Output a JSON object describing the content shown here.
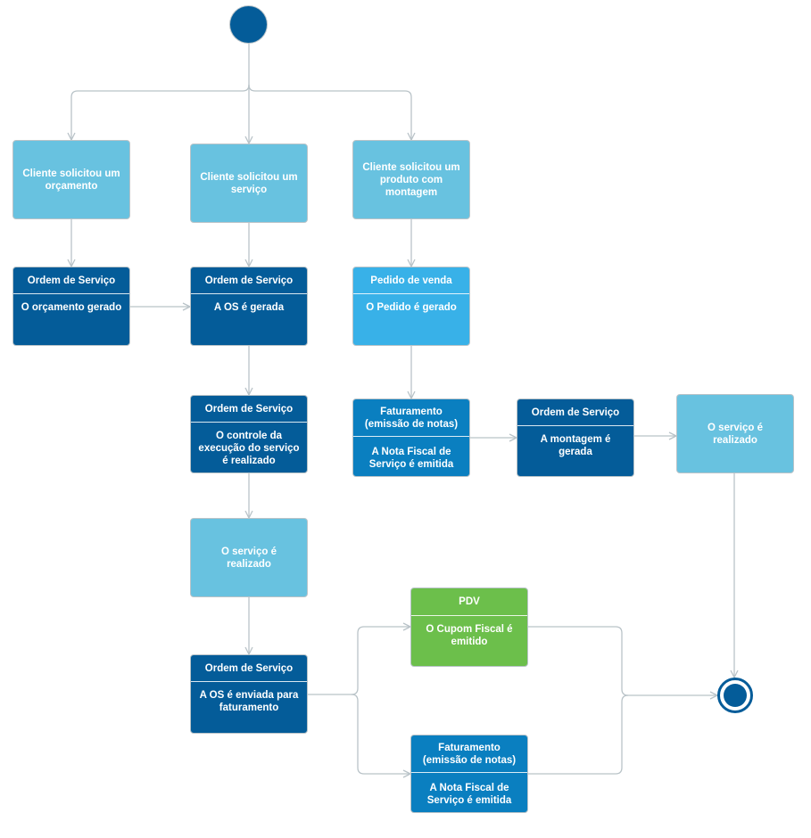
{
  "nodes": {
    "request_quote": "Cliente solicitou um orçamento",
    "request_service": "Cliente solicitou um serviço",
    "request_product": "Cliente solicitou um produto com montagem",
    "os_quote": {
      "title": "Ordem de Serviço",
      "text": "O orçamento gerado"
    },
    "os_generated": {
      "title": "Ordem de Serviço",
      "text": "A OS é gerada"
    },
    "sales_order": {
      "title": "Pedido de venda",
      "text": "O Pedido é gerado"
    },
    "os_control": {
      "title": "Ordem de Serviço",
      "text": "O controle da execução do serviço é realizado"
    },
    "billing_1": {
      "title": "Faturamento (emissão de notas)",
      "text": "A Nota Fiscal de Serviço é emitida"
    },
    "os_assembly": {
      "title": "Ordem de Serviço",
      "text": "A montagem é gerada"
    },
    "service_done_1": "O serviço é realizado",
    "service_done_2": "O serviço é realizado",
    "os_billing": {
      "title": "Ordem de Serviço",
      "text": "A OS é enviada para faturamento"
    },
    "pdv": {
      "title": "PDV",
      "text": "O Cupom Fiscal é emitido"
    },
    "billing_2": {
      "title": "Faturamento (emissão de notas)",
      "text": "A Nota Fiscal de Serviço é emitida"
    }
  },
  "colors": {
    "light": "#68c2e0",
    "dark": "#045c99",
    "mid": "#0a7fc0",
    "sky": "#38b1e8",
    "green": "#6cbf4b",
    "connector": "#b9c3c8"
  }
}
